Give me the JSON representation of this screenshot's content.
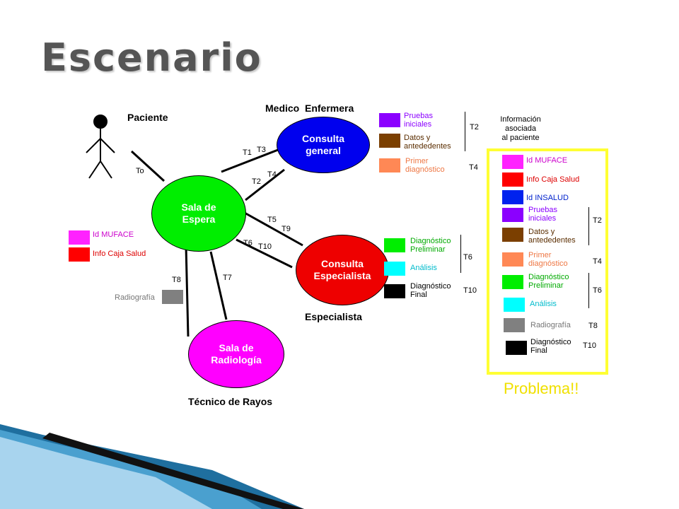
{
  "title": "Escenario",
  "roles": {
    "paciente": "Paciente",
    "medico_enfermera": "Medico  Enfermera",
    "especialista": "Especialista",
    "tecnico": "Técnico de Rayos"
  },
  "nodes": {
    "consulta_general": "Consulta\ngeneral",
    "sala_espera": "Sala de\nEspera",
    "consulta_especialista": "Consulta\nEspecialista",
    "sala_radiologia": "Sala de\nRadiología"
  },
  "transitions": [
    "To",
    "T1",
    "T2",
    "T3",
    "T4",
    "T5",
    "T6",
    "T7",
    "T8",
    "T9",
    "T10"
  ],
  "left_items": [
    {
      "label": "Id MUFACE",
      "color": "#ff22ff",
      "text_color": "#cc00cc"
    },
    {
      "label": "Info Caja Salud",
      "color": "#ff0000",
      "text_color": "#dd0000"
    }
  ],
  "radiografia": {
    "label": "Radiografía",
    "color": "#808080"
  },
  "cg_items": [
    {
      "label": "Pruebas\niniciales",
      "color": "#8b00ff",
      "text_color": "#8b00ff"
    },
    {
      "label": "Datos y\nantededentes",
      "color": "#7b3f00",
      "text_color": "#5a2d00"
    },
    {
      "label": "Primer\ndiagnóstico",
      "color": "#ff8855",
      "text_color": "#ee7744"
    }
  ],
  "ce_items": [
    {
      "label": "Diagnóstico\nPreliminar",
      "color": "#00ee00",
      "text_color": "#00aa00"
    },
    {
      "label": "Análisis",
      "color": "#00ffff",
      "text_color": "#00bbcc"
    },
    {
      "label": "Diagnóstico\nFinal",
      "color": "#000000",
      "text_color": "#000000"
    }
  ],
  "info_title": "Información\nasociada\nal paciente",
  "info_items": [
    {
      "label": "Id MUFACE",
      "color": "#ff22ff",
      "text_color": "#cc00cc"
    },
    {
      "label": "Info Caja Salud",
      "color": "#ff0000",
      "text_color": "#dd0000"
    },
    {
      "label": "Id INSALUD",
      "color": "#0022ee",
      "text_color": "#0022cc"
    },
    {
      "label": "Pruebas\niniciales",
      "color": "#8b00ff",
      "text_color": "#8b00ff"
    },
    {
      "label": "Datos y\nantededentes",
      "color": "#7b3f00",
      "text_color": "#5a2d00"
    },
    {
      "label": "Primer\ndiagnóstico",
      "color": "#ff8855",
      "text_color": "#ee7744"
    },
    {
      "label": "Diagnóstico\nPreliminar",
      "color": "#00ee00",
      "text_color": "#00aa00"
    },
    {
      "label": "Análisis",
      "color": "#00ffff",
      "text_color": "#00bbcc"
    },
    {
      "label": "Radiografía",
      "color": "#808080",
      "text_color": "#777777"
    },
    {
      "label": "Diagnóstico\nFinal",
      "color": "#000000",
      "text_color": "#000000"
    }
  ],
  "problem": "Problema!!",
  "colors": {
    "consulta_general": "#0000ee",
    "sala_espera": "#00ee00",
    "consulta_especialista": "#ee0000",
    "sala_radiologia": "#ff00ff",
    "highlight": "#ffff33",
    "accent_blue": "#1f6f9f"
  }
}
